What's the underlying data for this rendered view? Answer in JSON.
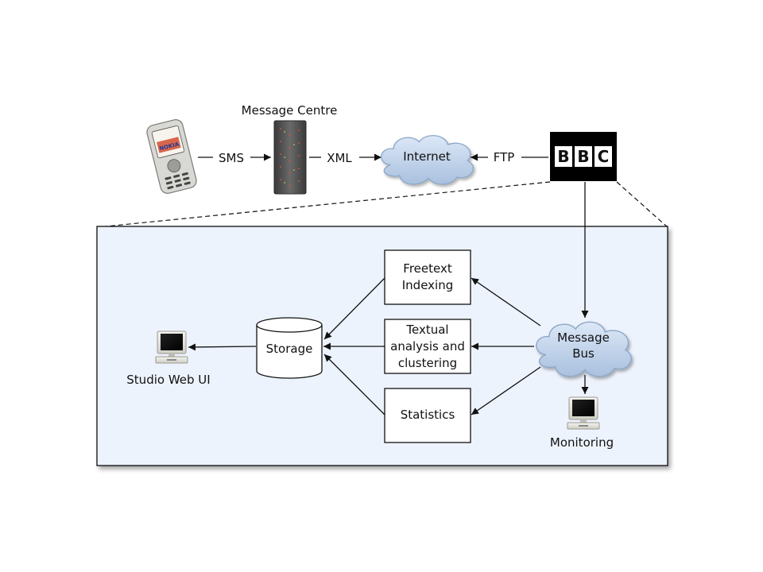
{
  "top": {
    "message_centre_label": "Message Centre",
    "sms_label": "SMS",
    "xml_label": "XML",
    "internet_label": "Internet",
    "ftp_label": "FTP",
    "phone_brand": "NOKIA",
    "bbc_letters": [
      "B",
      "B",
      "C"
    ]
  },
  "system": {
    "storage_label": "Storage",
    "freetext_indexing_lines": [
      "Freetext",
      "Indexing"
    ],
    "textual_analysis_lines": [
      "Textual",
      "analysis and",
      "clustering"
    ],
    "statistics_label": "Statistics",
    "message_bus_lines": [
      "Message",
      "Bus"
    ],
    "studio_web_ui_label": "Studio Web UI",
    "monitoring_label": "Monitoring"
  },
  "icons": {
    "phone": "mobile-phone-icon",
    "server": "server-rack-icon",
    "cloud": "cloud-icon",
    "bbc": "bbc-logo-icon",
    "monitor": "computer-monitor-icon"
  },
  "colors": {
    "panel_fill": "#edf3fd",
    "cloud_fill": "#c9d9ee",
    "cloud_stroke": "#8ea8c8",
    "bbc_bg": "#000000"
  }
}
